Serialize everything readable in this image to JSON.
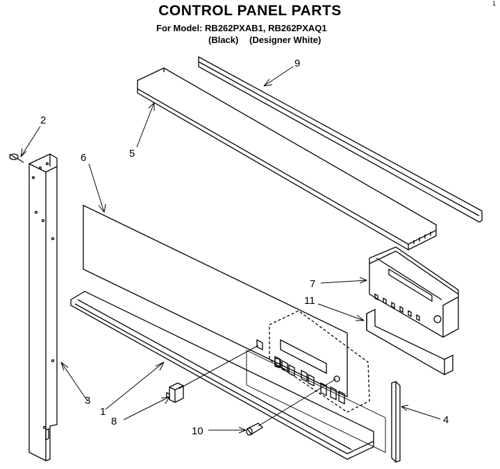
{
  "header": {
    "title": "CONTROL PANEL PARTS",
    "model_line": "For Model: RB262PXAB1, RB262PXAQ1",
    "variants": [
      "(Black)",
      "(Designer White)"
    ],
    "corner_mark": "1"
  },
  "callouts": {
    "c1": "1",
    "c2": "2",
    "c3": "3",
    "c4": "4",
    "c5": "5",
    "c6": "6",
    "c7": "7",
    "c8": "8",
    "c9": "9",
    "c10": "10",
    "c11": "11"
  }
}
